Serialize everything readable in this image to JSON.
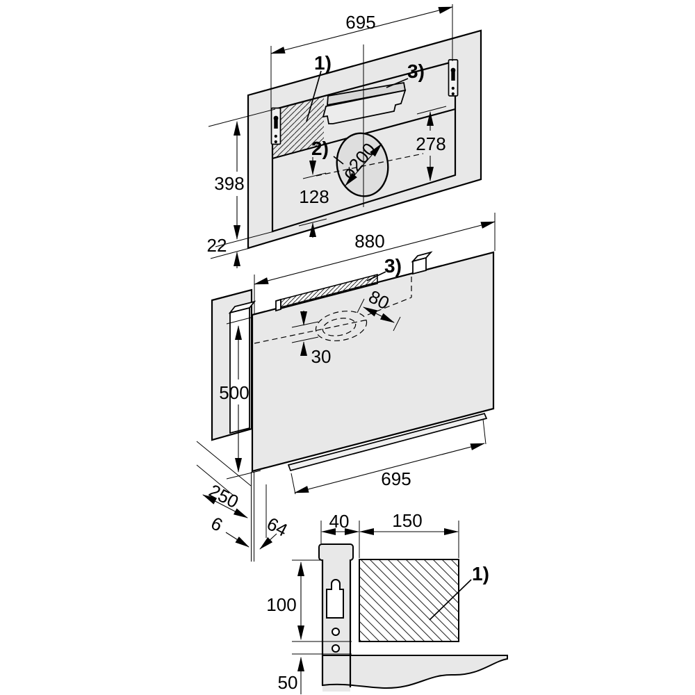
{
  "diagram_type": "appliance installation drawing",
  "colors": {
    "panel_gray": "#e8e8e8",
    "duct_strip_gray": "#d7d7d7",
    "hole_gray": "#dedede",
    "line_black": "#000000",
    "background": "#ffffff"
  },
  "top_view": {
    "template_width": "695",
    "template_height": "398",
    "bottom_offset": "22",
    "hole_center_offset": "128",
    "side_height": "278",
    "duct_diameter": "ø200",
    "label_template": "1)",
    "label_duct_hole": "2)",
    "label_duct": "3)"
  },
  "middle_view": {
    "body_width": "880",
    "label_duct": "3)",
    "duct_offset_right": "80",
    "duct_offset_down": "30",
    "body_height": "500",
    "handle_width": "695",
    "body_depth": "250",
    "wall_gap": "6",
    "bottom_depth": "64"
  },
  "bottom_view": {
    "bracket_width": "40",
    "template_width": "150",
    "bracket_height": "100",
    "bottom_offset": "50",
    "label_template": "1)"
  }
}
